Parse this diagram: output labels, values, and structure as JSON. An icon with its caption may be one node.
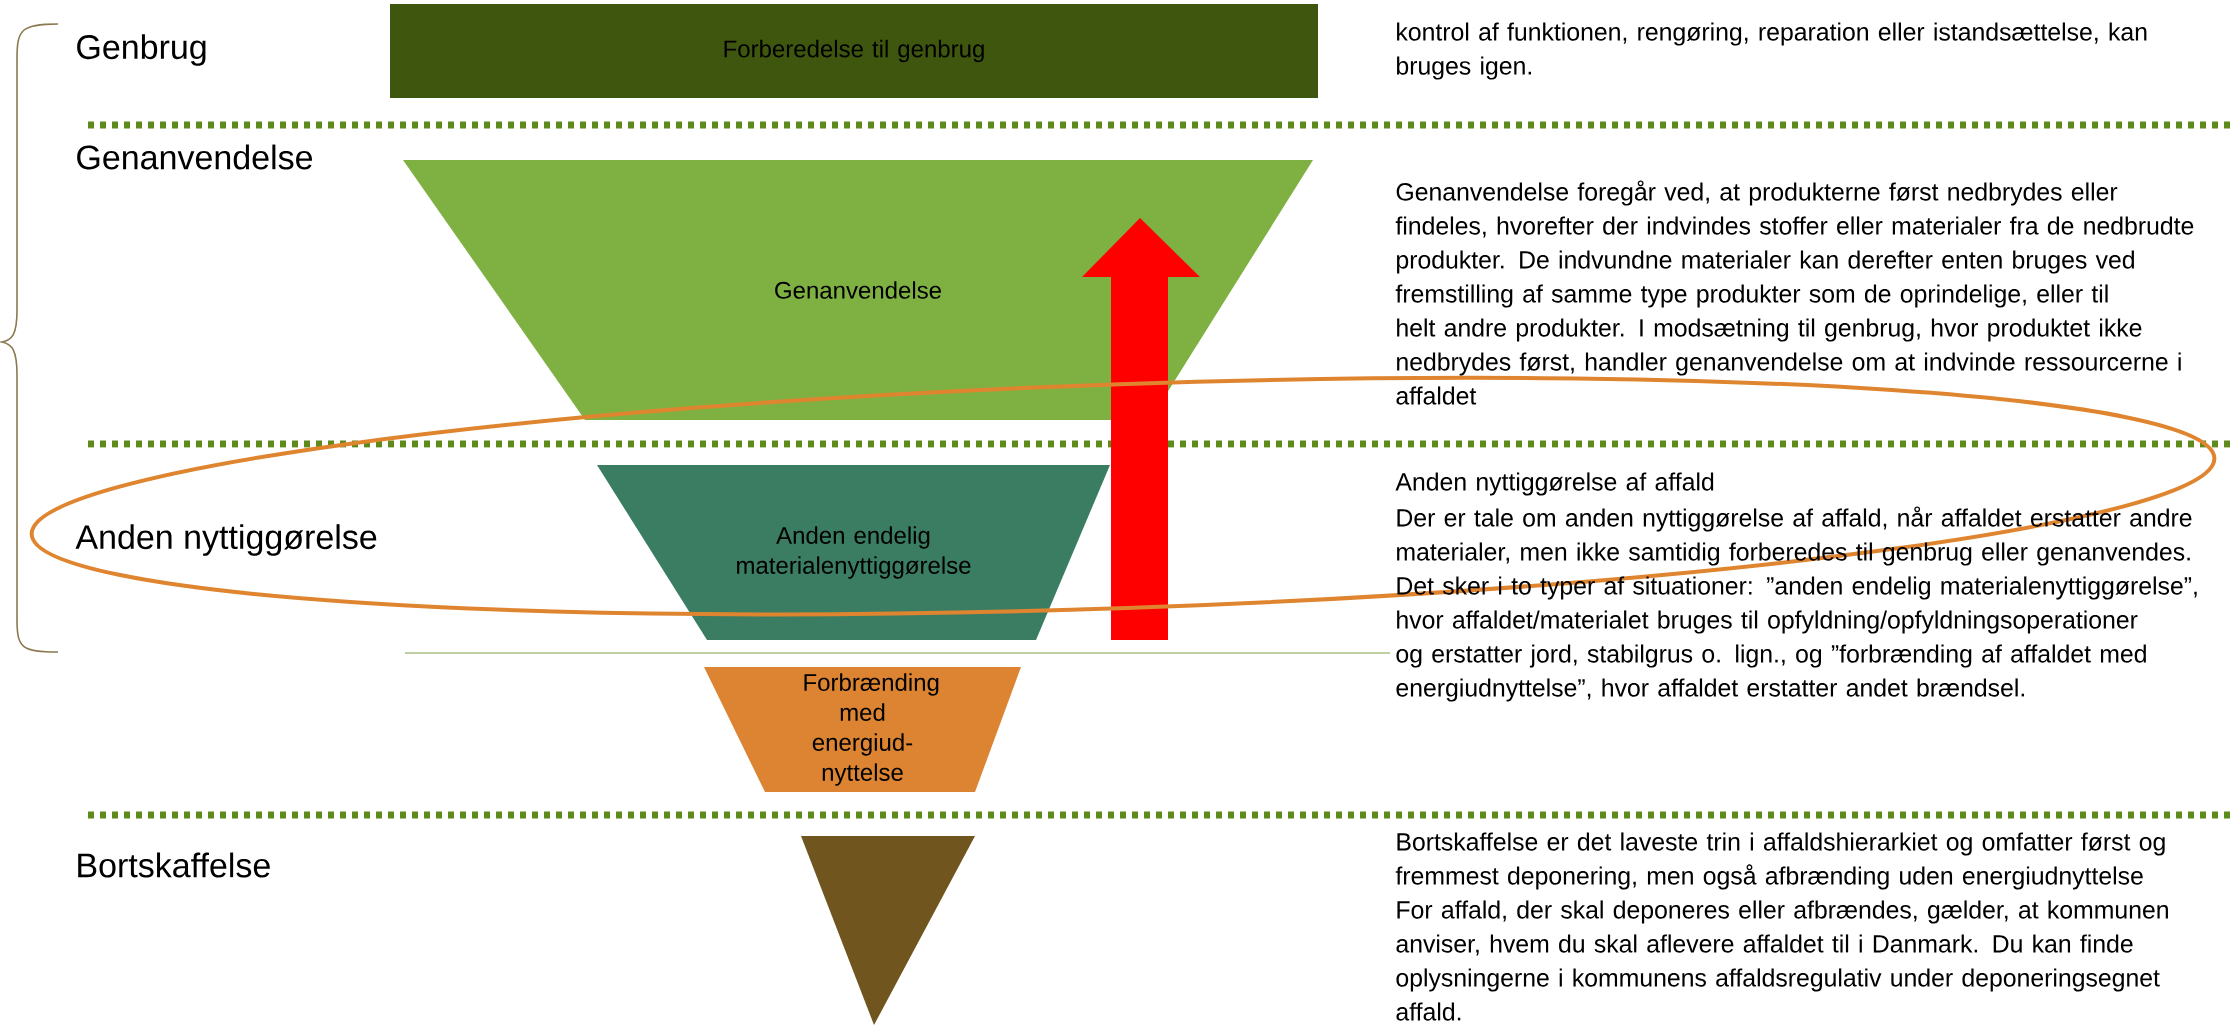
{
  "diagram": {
    "nodes": [
      {
        "text": [
          "Forberedelse til genbrug"
        ]
      },
      {
        "text": [
          "Genanvendelse"
        ]
      },
      {
        "text": [
          "Anden endelig materialenyttiggørelse"
        ]
      },
      {
        "text": [
          "Forbrænding med energiud- nyttelse"
        ]
      },
      {
        "text": [],
        "shape": "triangle"
      }
    ],
    "labels": [
      "Genbrug",
      "kontrol af funktionen, rengøring, reparation eller istandsættelse, kan bruges igen.",
      "Genanvendelse",
      "Genanvendelse foregår ved, at produkterne først nedbrydes eller findeles, hvorefter der indvindes stoffer eller materialer fra de nedbrudte produkter. De indvundne materialer kan derefter enten bruges ved fremstilling af samme type produkter som de oprindelige, eller til helt andre produkter. I modsætning til genbrug, hvor produktet ikke nedbrydes først, handler genanvendelse om at indvinde ressourcerne i affaldet",
      "Anden nyttiggørelse af affald",
      "Anden nyttiggørelse",
      "Der er tale om anden nyttiggørelse af affald, når affaldet erstatter andre materialer, men ikke samtidig forberedes til genbrug eller genanvendes. Det sker i to typer af situationer: ”anden endelig materialenyttiggørelse”, hvor affaldet/materialet bruges til opfyldning/opfyldningsoperationer og erstatter jord, stabilgrus o. lign., og ”forbrænding af affaldet med energiudnyttelse”, hvor affaldet erstatter andet brændsel.",
      "Bortskaffelse",
      "Bortskaffelse er det laveste trin i affaldshierarkiet og omfatter først og fremmest deponering, men også afbrænding uden energiudnyttelse For affald, der skal deponeres eller afbrændes, gælder, at kommunen anviser, hvem du skal aflevere affaldet til i Danmark. Du kan finde oplysningerne i kommunens affaldsregulativ under deponeringsegnet affald."
    ]
  }
}
